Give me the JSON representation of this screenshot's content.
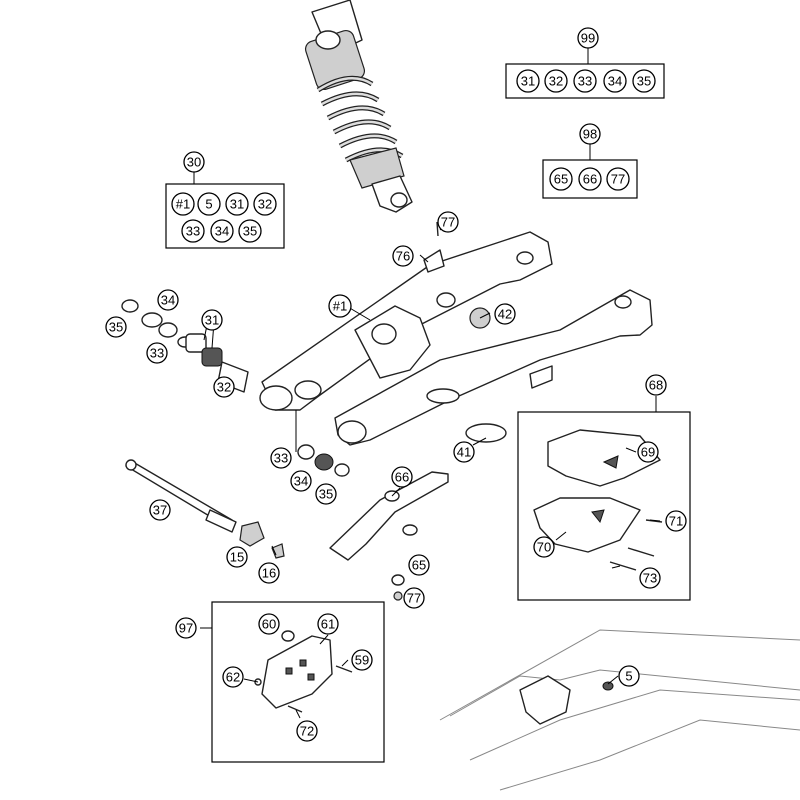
{
  "callouts": {
    "c99": "99",
    "c99_31": "31",
    "c99_32": "32",
    "c99_33": "33",
    "c99_34": "34",
    "c99_35": "35",
    "c98": "98",
    "c98_65": "65",
    "c98_66": "66",
    "c98_77": "77",
    "c30": "30",
    "c30_1": "#1",
    "c30_5": "5",
    "c30_31": "31",
    "c30_32": "32",
    "c30_33": "33",
    "c30_34": "34",
    "c30_35": "35",
    "c77a": "77",
    "c76": "76",
    "c1": "#1",
    "c42": "42",
    "c34a": "34",
    "c35a": "35",
    "c31": "31",
    "c33a": "33",
    "c32": "32",
    "c33b": "33",
    "c34b": "34",
    "c35b": "35",
    "c41": "41",
    "c66": "66",
    "c37": "37",
    "c15": "15",
    "c16": "16",
    "c65": "65",
    "c77b": "77",
    "c68": "68",
    "c69": "69",
    "c71": "71",
    "c70": "70",
    "c73": "73",
    "c97": "97",
    "c60": "60",
    "c61": "61",
    "c59": "59",
    "c62": "62",
    "c72": "72",
    "c5": "5"
  }
}
